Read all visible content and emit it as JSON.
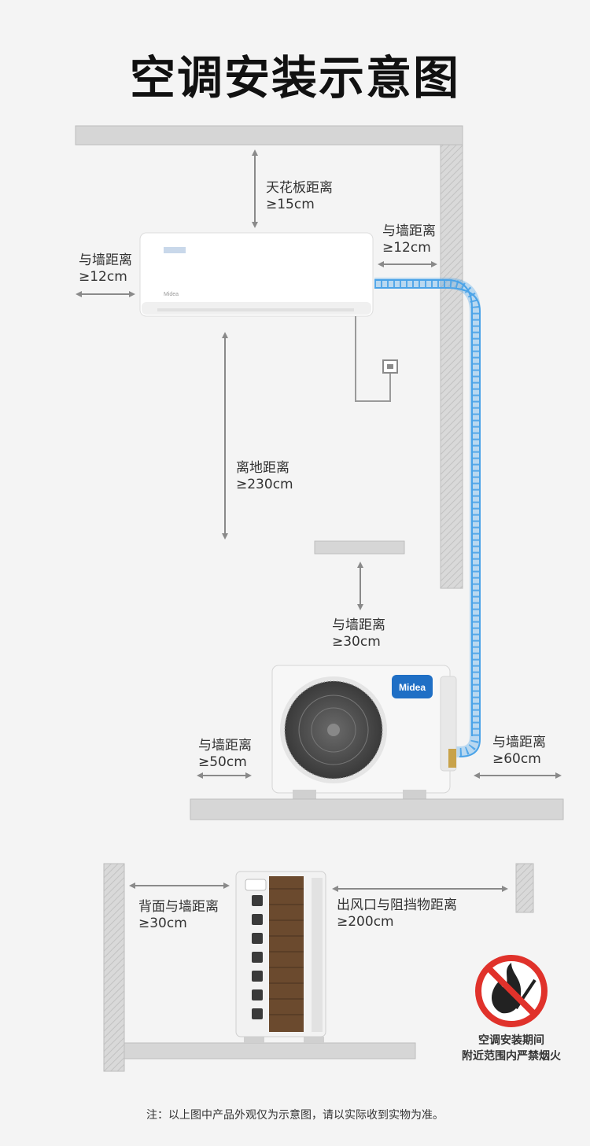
{
  "title": "空调安装示意图",
  "labels": {
    "ceiling": {
      "line1": "天花板距离",
      "line2": "≥15cm"
    },
    "left_wall": {
      "line1": "与墙距离",
      "line2": "≥12cm"
    },
    "right_wall": {
      "line1": "与墙距离",
      "line2": "≥12cm"
    },
    "floor": {
      "line1": "离地距离",
      "line2": "≥230cm"
    },
    "outdoor_top": {
      "line1": "与墙距离",
      "line2": "≥30cm"
    },
    "outdoor_left": {
      "line1": "与墙距离",
      "line2": "≥50cm"
    },
    "outdoor_right": {
      "line1": "与墙距离",
      "line2": "≥60cm"
    },
    "back_wall": {
      "line1": "背面与墙距离",
      "line2": "≥30cm"
    },
    "outlet": {
      "line1": "出风口与阻挡物距离",
      "line2": "≥200cm"
    }
  },
  "brand": {
    "indoor_small": "Midea",
    "outdoor_logo": "Midea"
  },
  "warning": {
    "line1": "空调安装期间",
    "line2": "附近范围内严禁烟火"
  },
  "note": "注：以上图中产品外观仅为示意图，请以实际收到实物为准。",
  "colors": {
    "wall": "#d4d4d4",
    "arrow": "#8a8a8a",
    "pipe": "#4aa3e8",
    "brand_blue": "#1f6fc5",
    "warning_red": "#e0322b"
  }
}
